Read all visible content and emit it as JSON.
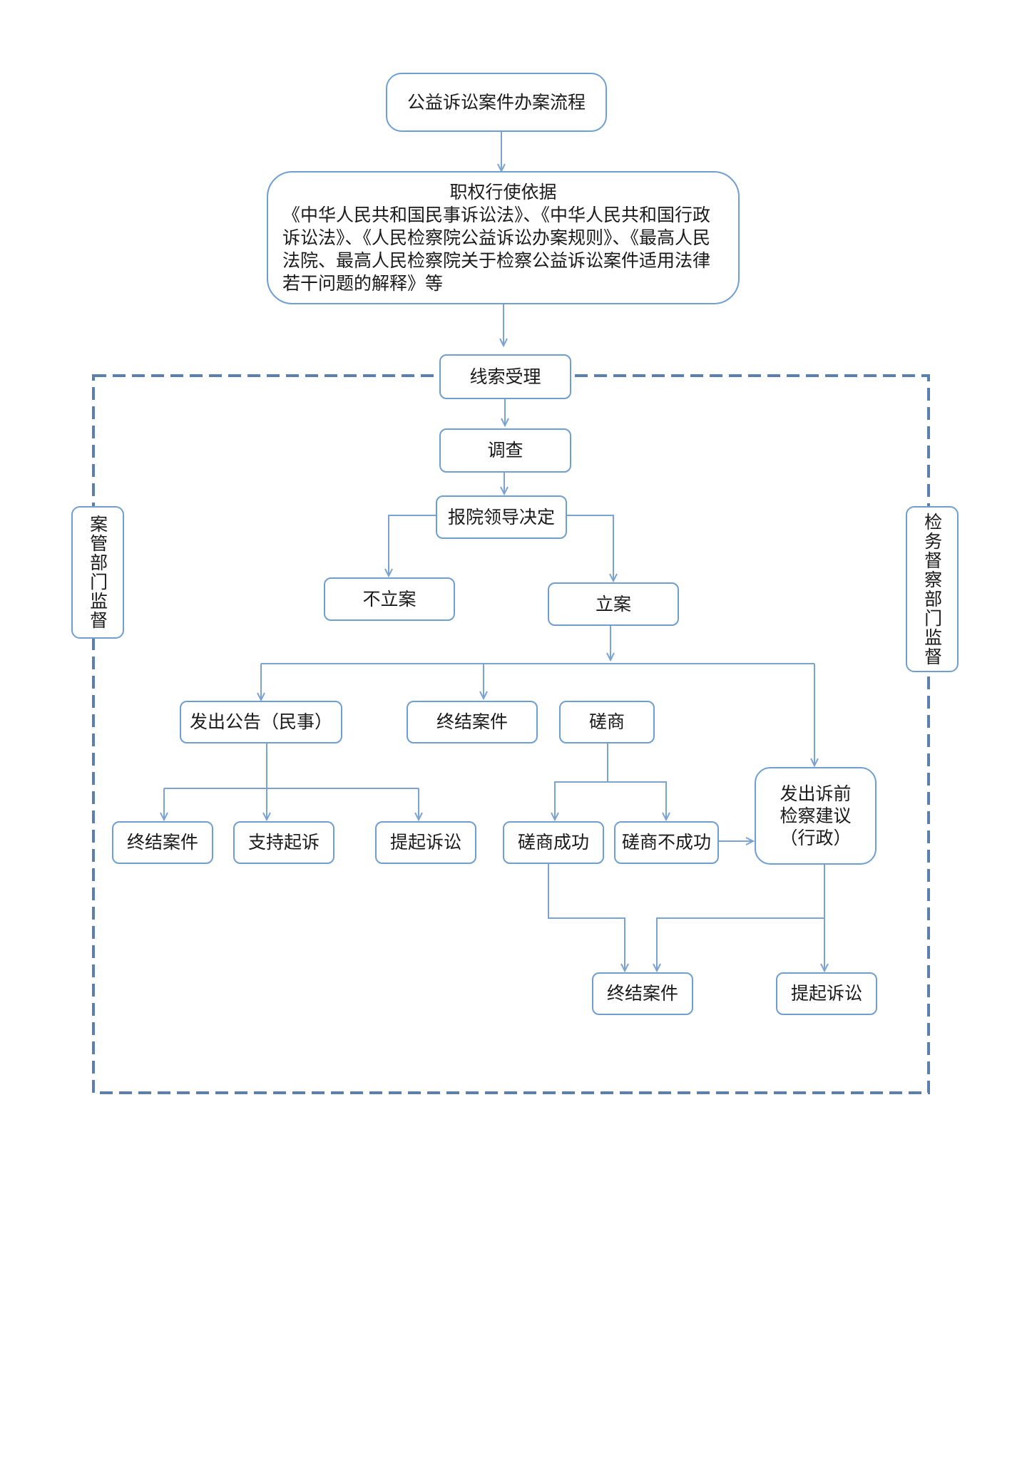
{
  "title": "公益诉讼案件办案流程",
  "basis": {
    "heading": "职权行使依据",
    "body": "《中华人民共和国民事诉讼法》、《中华人民共和国行政诉讼法》、《人民检察院公益诉讼办案规则》、《最高人民法院、最高人民检察院关于检察公益诉讼案件适用法律若干问题的解释》等"
  },
  "side_left": "案管部门监督",
  "side_right": "检务督察部门监督",
  "nodes": {
    "clue_acceptance": "线索受理",
    "investigation": "调查",
    "leader_decision": "报院领导决定",
    "no_filing": "不立案",
    "filing": "立案",
    "announcement": "发出公告（民事）",
    "terminate_mid": "终结案件",
    "consultation": "磋商",
    "pre_suit_line1": "发出诉前",
    "pre_suit_line2": "检察建议",
    "pre_suit_line3": "（行政）",
    "terminate_left": "终结案件",
    "support_suit": "支持起诉",
    "file_suit_left": "提起诉讼",
    "consult_success": "磋商成功",
    "consult_fail": "磋商不成功",
    "terminate_bottom": "终结案件",
    "file_suit_bottom": "提起诉讼"
  },
  "colors": {
    "border": "#6f9fd0",
    "connector": "#7aa3d2",
    "dashed_frame": "#5b7fae"
  }
}
